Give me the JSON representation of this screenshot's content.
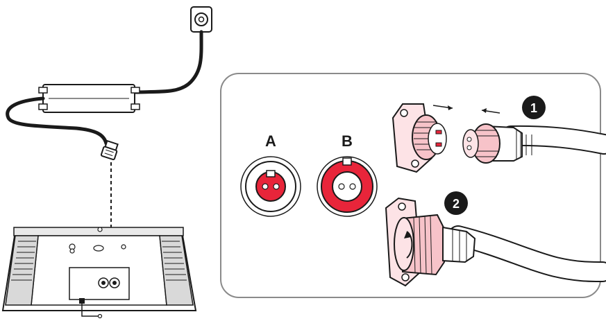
{
  "connector_labels": {
    "a": "A",
    "b": "B"
  },
  "steps": {
    "one": "1",
    "two": "2"
  },
  "colors": {
    "accent": "#e8253a",
    "accent_light": "#f7c3c9",
    "line": "#1a1a1a",
    "panel_border": "#8a8a8a"
  }
}
